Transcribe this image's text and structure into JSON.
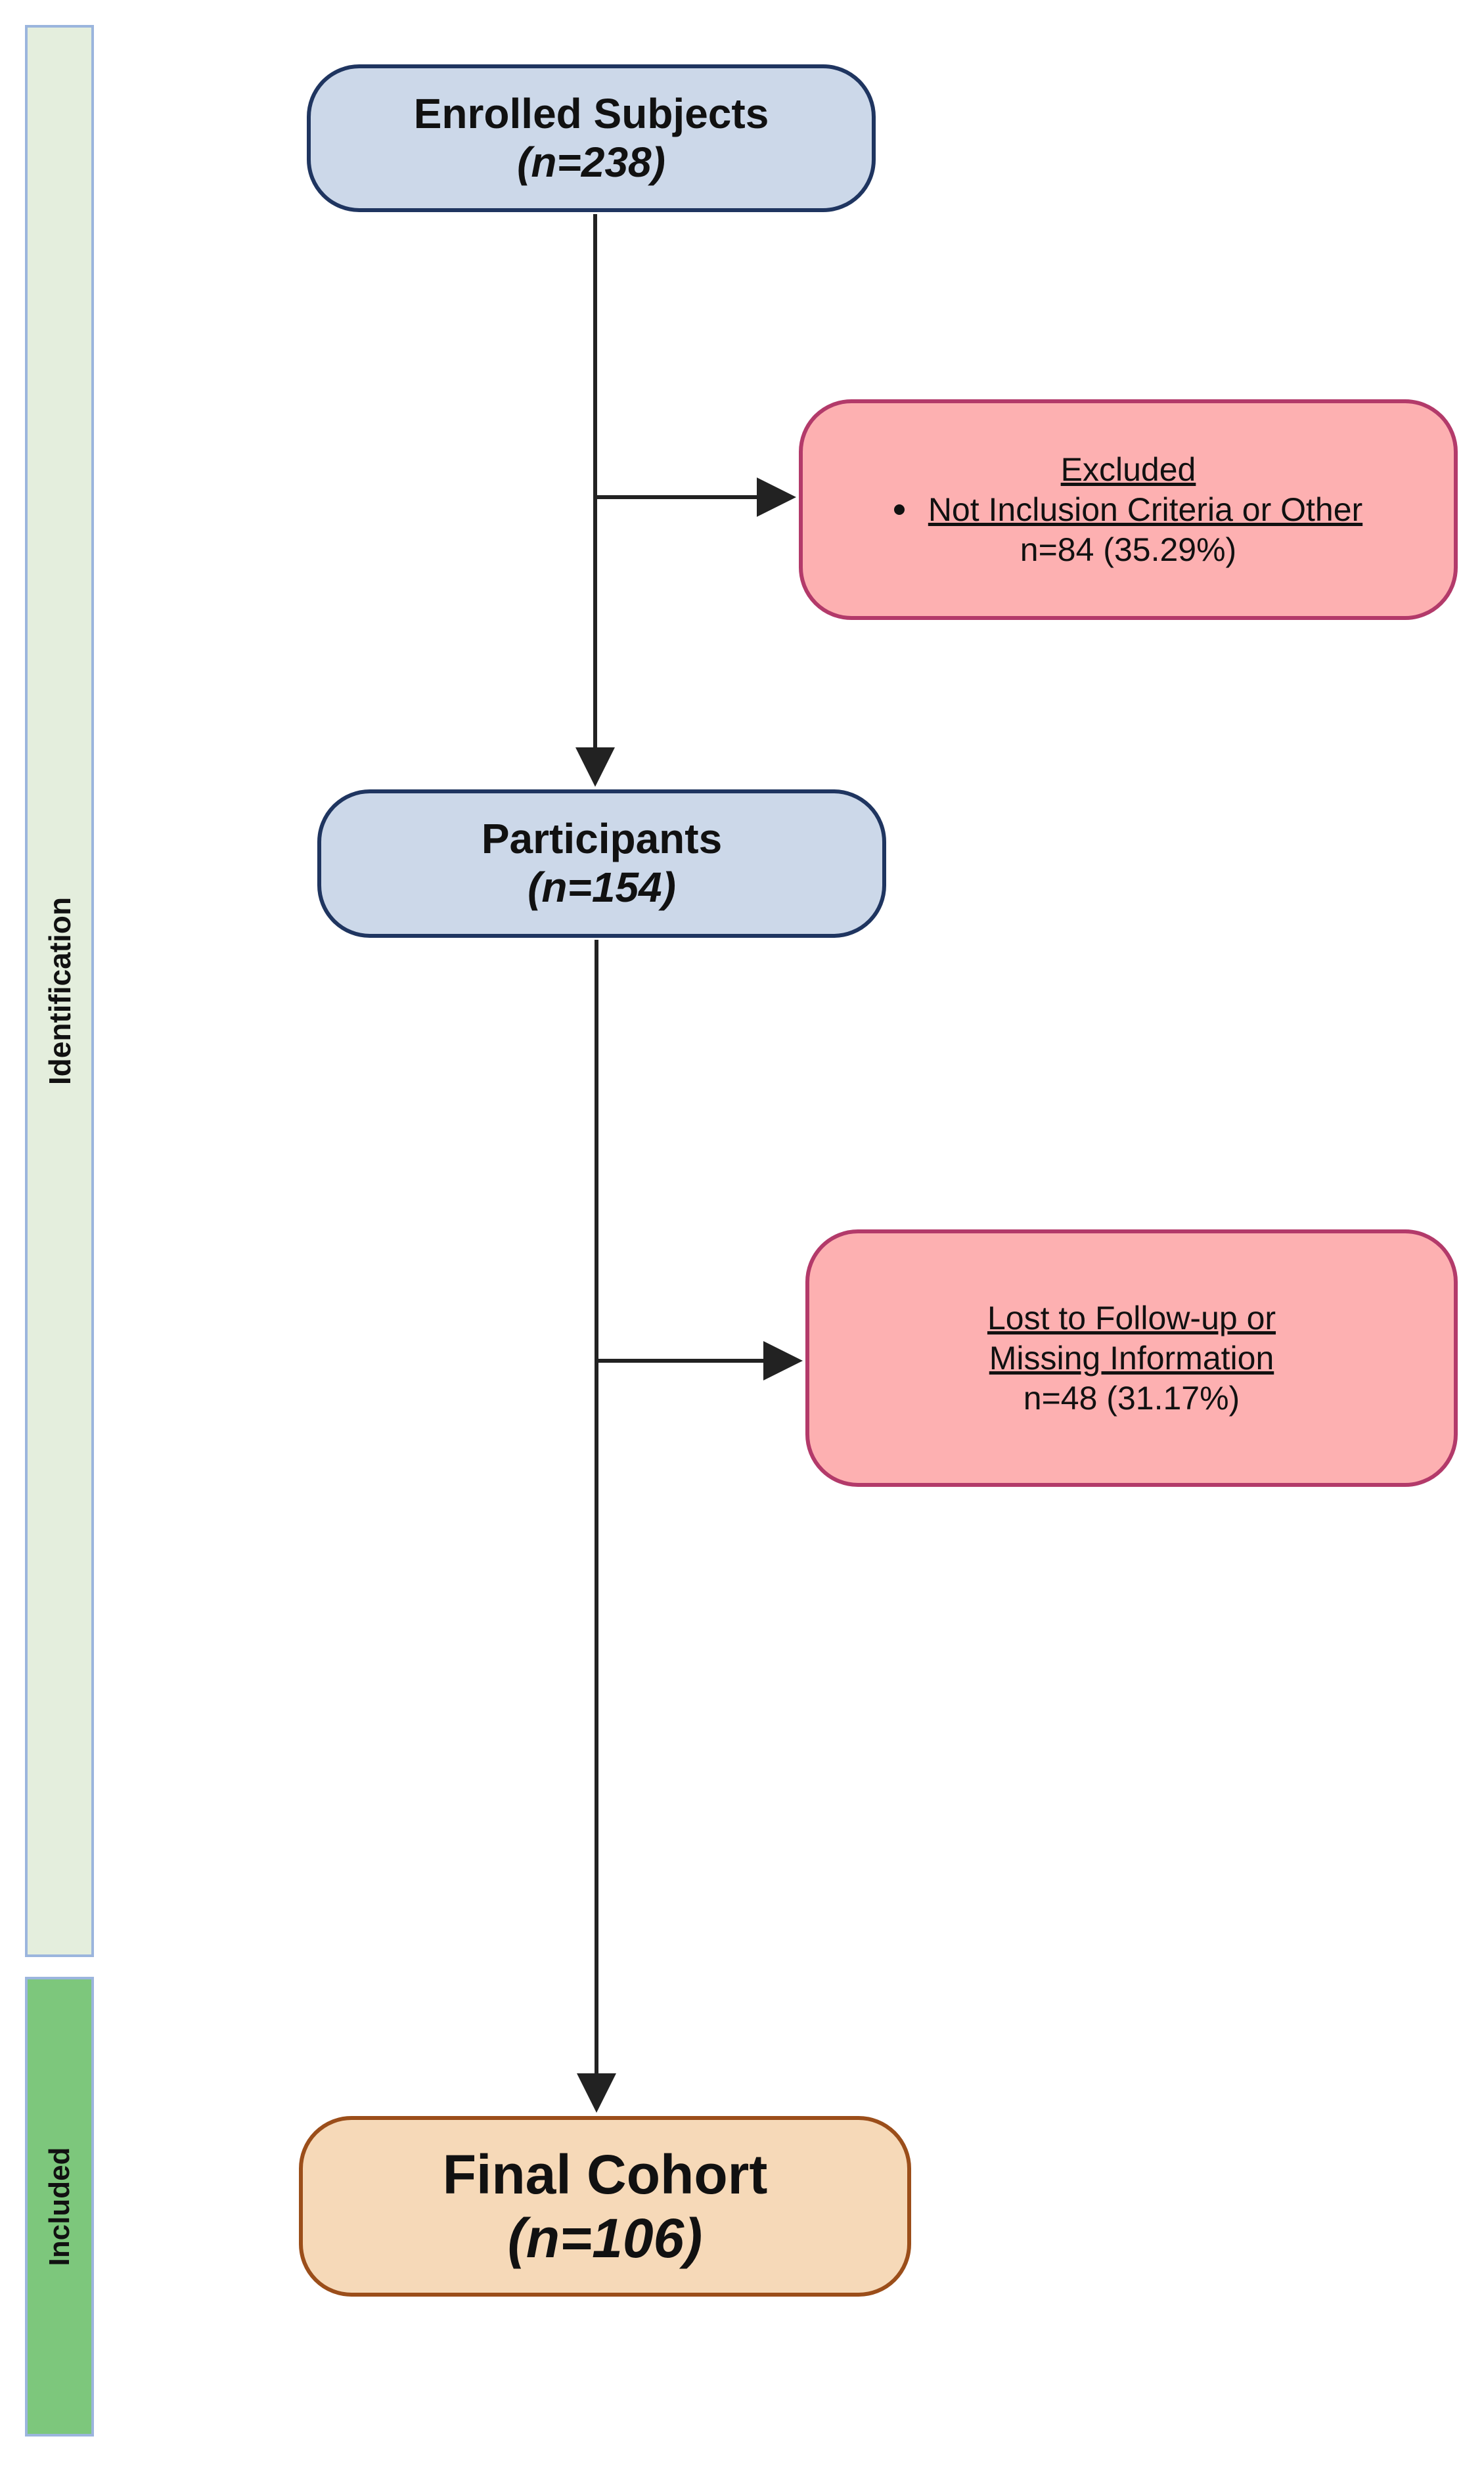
{
  "stages": {
    "identification": "Identification",
    "included": "Included"
  },
  "nodes": {
    "enrolled": {
      "title": "Enrolled Subjects",
      "count": "(n=238)"
    },
    "participants": {
      "title": "Participants",
      "count": "(n=154)"
    },
    "final": {
      "title": "Final Cohort",
      "count": "(n=106)"
    }
  },
  "exclusions": {
    "excluded": {
      "title": "Excluded",
      "bullet": "Not Inclusion Criteria or Other",
      "count": "n=84 (35.29%)"
    },
    "lost": {
      "line1": "Lost to Follow-up or",
      "line2": "Missing Information",
      "count": "n=48 (31.17%)"
    }
  },
  "colors": {
    "main_fill": "#ccd8e9",
    "main_border": "#1f3560",
    "exclude_fill": "#fdb0b1",
    "exclude_border": "#b33a6a",
    "final_fill": "#f6d9b8",
    "final_border": "#9b4e1a",
    "identification_bar": "#e4eedd",
    "included_bar": "#7dc77c",
    "arrow": "#222222"
  }
}
